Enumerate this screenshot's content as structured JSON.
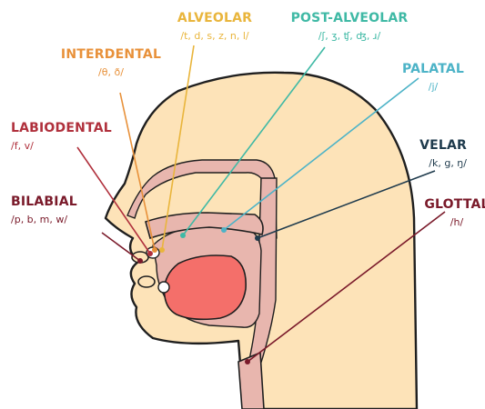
{
  "colors": {
    "skin": "#fde3b8",
    "skin_outline": "#1f1f1f",
    "cavity": "#e8b6ae",
    "tongue": "#f46f6a",
    "bilabial": "#7a1a2a",
    "labiodental": "#b0303c",
    "interdental": "#e8913a",
    "alveolar": "#e9b53c",
    "post_alveolar": "#3fb9a5",
    "palatal": "#4cb3c7",
    "velar": "#1f3b4d",
    "glottal": "#7a1a2a"
  },
  "labels": {
    "alveolar": {
      "name": "ALVEOLAR",
      "ipa": "/t, d, s, z, n, l/",
      "color_key": "alveolar"
    },
    "post_alveolar": {
      "name": "POST-ALVEOLAR",
      "ipa": "/ʃ, ʒ, ʧ, ʤ, ɹ/",
      "color_key": "post_alveolar"
    },
    "interdental": {
      "name": "INTERDENTAL",
      "ipa": "/θ, ð/",
      "color_key": "interdental"
    },
    "palatal": {
      "name": "PALATAL",
      "ipa": "/j/",
      "color_key": "palatal"
    },
    "labiodental": {
      "name": "LABIODENTAL",
      "ipa": "/f, v/",
      "color_key": "labiodental"
    },
    "velar": {
      "name": "VELAR",
      "ipa": "/k, g, ŋ/",
      "color_key": "velar"
    },
    "bilabial": {
      "name": "BILABIAL",
      "ipa": "/p, b, m, w/",
      "color_key": "bilabial"
    },
    "glottal": {
      "name": "GLOTTAL",
      "ipa": "/h/",
      "color_key": "glottal"
    }
  }
}
